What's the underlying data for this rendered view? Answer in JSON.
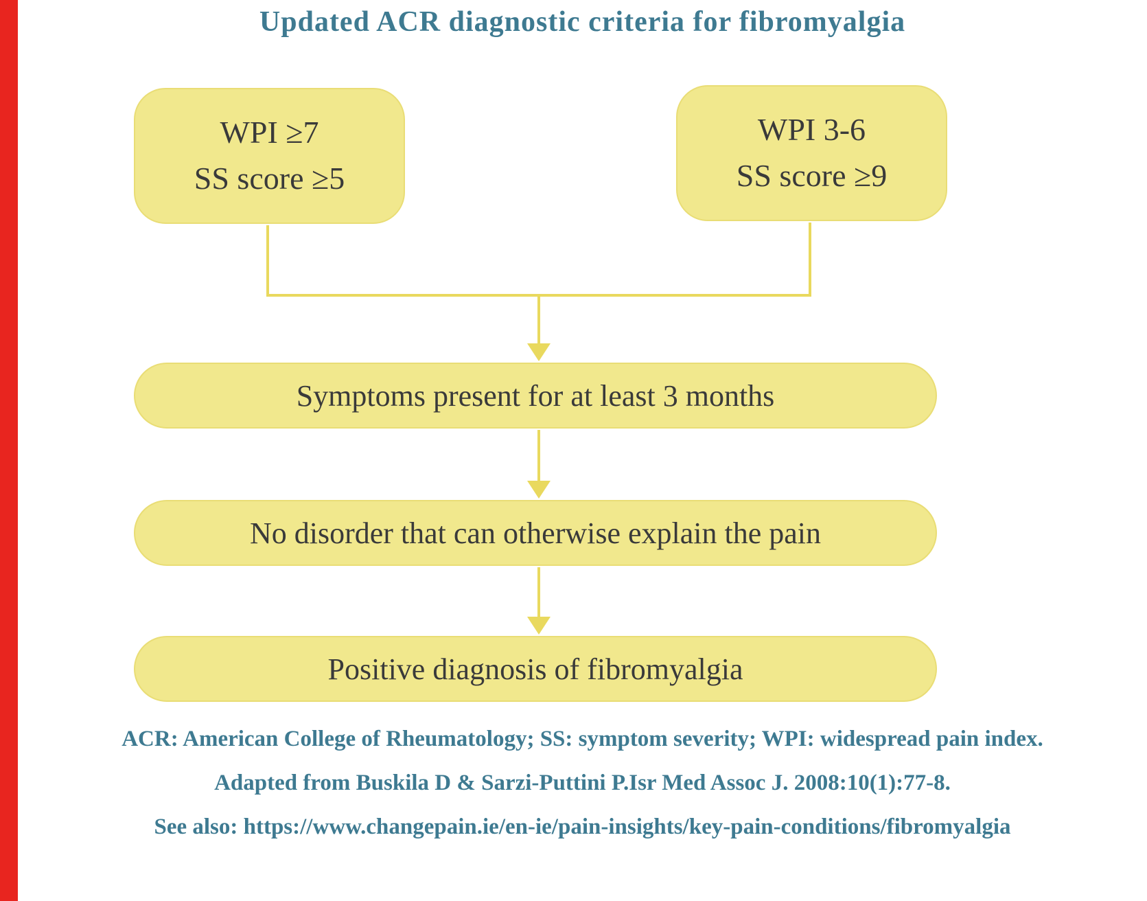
{
  "title": "Updated ACR diagnostic criteria for fibromyalgia",
  "flowchart": {
    "criteria_left": {
      "line1": "WPI ≥7",
      "line2": "SS score ≥5"
    },
    "criteria_right": {
      "line1": "WPI 3-6",
      "line2": "SS score ≥9"
    },
    "step_duration": "Symptoms present for at least 3 months",
    "step_exclusion": "No disorder that can otherwise explain the pain",
    "step_diagnosis": "Positive diagnosis of fibromyalgia"
  },
  "footer": {
    "abbreviations": "ACR: American College of Rheumatology; SS: symptom severity; WPI: widespread pain index.",
    "source": "Adapted from Buskila D & Sarzi-Puttini P.Isr Med Assoc J. 2008:10(1):77-8.",
    "see_also": "See also: https://www.changepain.ie/en-ie/pain-insights/key-pain-conditions/fibromyalgia"
  },
  "colors": {
    "box_fill": "#f1e88d",
    "accent_teal": "#3e7a91",
    "connector_yellow": "#e9d95e",
    "left_strip_red": "#e8251f",
    "box_text": "#3a3a3a"
  }
}
